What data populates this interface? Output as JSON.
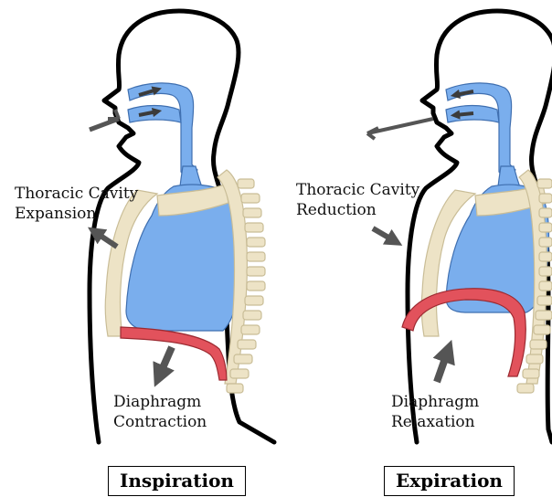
{
  "panels": [
    {
      "id": "inspiration",
      "title": "Inspiration",
      "cavity_label": [
        "Thoracic Cavity",
        "Expansion"
      ],
      "diaphragm_label": [
        "Diaphragm",
        "Contraction"
      ]
    },
    {
      "id": "expiration",
      "title": "Expiration",
      "cavity_label": [
        "Thoracic Cavity",
        "Reduction"
      ],
      "diaphragm_label": [
        "Diaphragm",
        "Relaxation"
      ]
    }
  ],
  "colors": {
    "outline": "#000000",
    "lung": "#7aaeed",
    "airway": "#7aaeed",
    "bone": "#ede3c6",
    "bone_stroke": "#c9bd97",
    "diaphragm": "#e2525c",
    "arrow": "#555555"
  }
}
